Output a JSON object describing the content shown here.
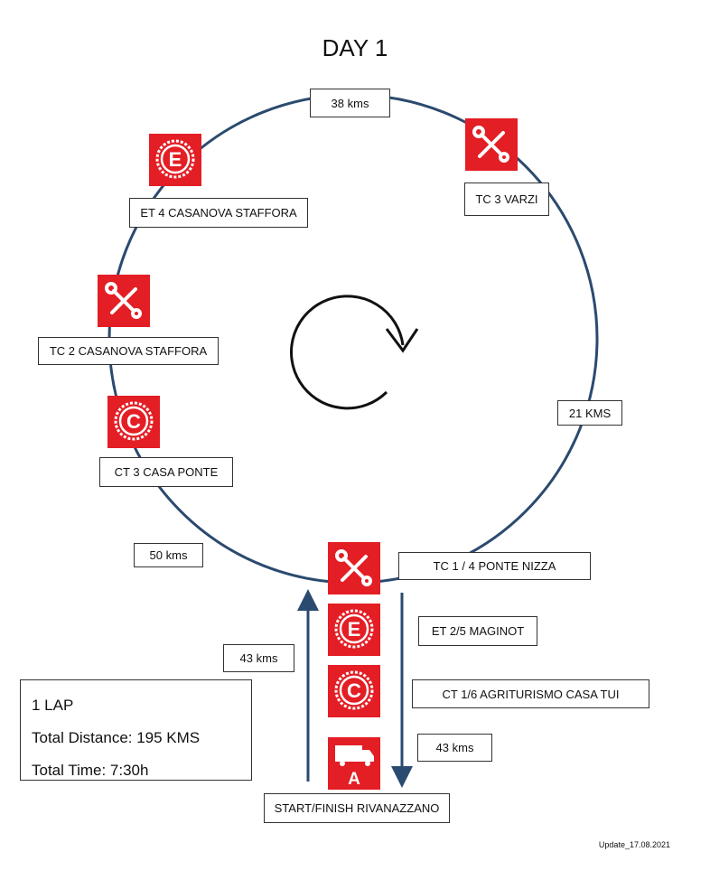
{
  "title": "DAY 1",
  "colors": {
    "loop": "#2b4a6f",
    "icon_red": "#e31e24",
    "arrow": "#111111"
  },
  "distances": {
    "top": "38 kms",
    "right": "21 KMS",
    "left": "50 kms",
    "outbound": "43 kms",
    "inbound": "43 kms"
  },
  "stations": {
    "et4": {
      "label": "ET 4 CASANOVA STAFFORA",
      "icon": "enduro-e-icon"
    },
    "tc3": {
      "label": "TC 3 VARZI",
      "icon": "tools-icon"
    },
    "tc2": {
      "label": "TC 2 CASANOVA STAFFORA",
      "icon": "tools-icon"
    },
    "ct3": {
      "label": "CT 3 CASA PONTE",
      "icon": "cross-test-c-icon"
    },
    "tc14": {
      "label": "TC 1 / 4 PONTE NIZZA",
      "icon": "tools-icon"
    },
    "et25": {
      "label": "ET 2/5 MAGINOT",
      "icon": "enduro-e-icon"
    },
    "ct16": {
      "label": "CT 1/6 AGRITURISMO CASA TUI",
      "icon": "cross-test-c-icon"
    },
    "start": {
      "label": "START/FINISH RIVANAZZANO",
      "icon": "truck-a-icon",
      "icon_letter": "A"
    }
  },
  "icon_letters": {
    "e": "E",
    "c": "C"
  },
  "summary": {
    "laps": "1 LAP",
    "distance": "Total Distance: 195 KMS",
    "time": "Total Time: 7:30h"
  },
  "update": "Update_17.08.2021"
}
